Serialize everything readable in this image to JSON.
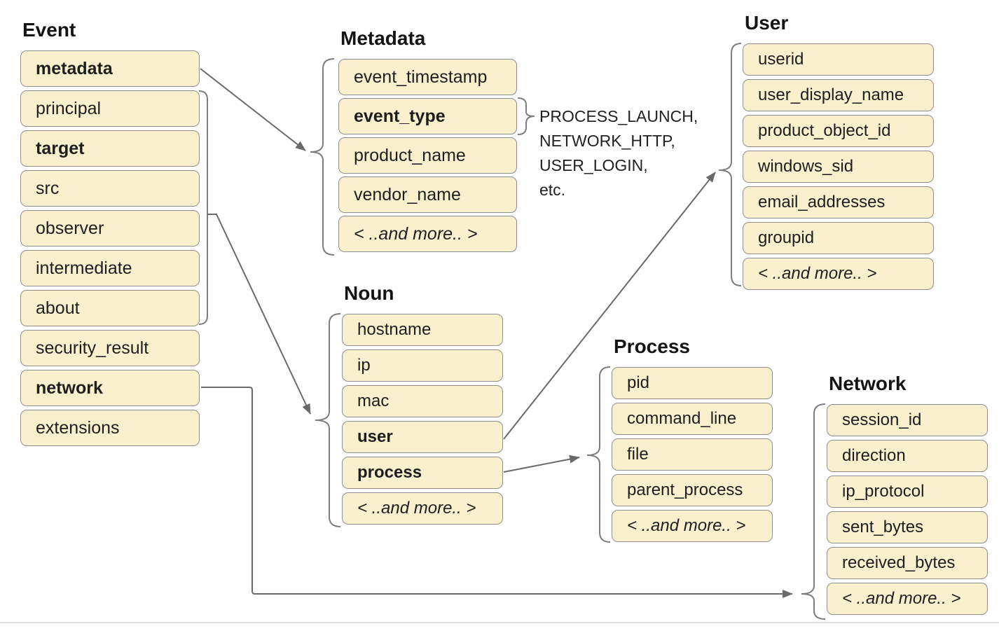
{
  "groups": {
    "event": {
      "title": "Event",
      "items": [
        {
          "label": "metadata",
          "bold": true
        },
        {
          "label": "principal",
          "bold": false
        },
        {
          "label": "target",
          "bold": true
        },
        {
          "label": "src",
          "bold": false
        },
        {
          "label": "observer",
          "bold": false
        },
        {
          "label": "intermediate",
          "bold": false
        },
        {
          "label": "about",
          "bold": false
        },
        {
          "label": "security_result",
          "bold": false
        },
        {
          "label": "network",
          "bold": true
        },
        {
          "label": "extensions",
          "bold": false
        }
      ]
    },
    "metadata": {
      "title": "Metadata",
      "items": [
        {
          "label": "event_timestamp",
          "bold": false
        },
        {
          "label": "event_type",
          "bold": true
        },
        {
          "label": "product_name",
          "bold": false
        },
        {
          "label": "vendor_name",
          "bold": false
        },
        {
          "label": "< ..and more.. >",
          "italic": true
        }
      ]
    },
    "noun": {
      "title": "Noun",
      "items": [
        {
          "label": "hostname",
          "bold": false
        },
        {
          "label": "ip",
          "bold": false
        },
        {
          "label": "mac",
          "bold": false
        },
        {
          "label": "user",
          "bold": true
        },
        {
          "label": "process",
          "bold": true
        },
        {
          "label": "< ..and more.. >",
          "italic": true
        }
      ]
    },
    "user": {
      "title": "User",
      "items": [
        {
          "label": "userid",
          "bold": false
        },
        {
          "label": "user_display_name",
          "bold": false
        },
        {
          "label": "product_object_id",
          "bold": false
        },
        {
          "label": "windows_sid",
          "bold": false
        },
        {
          "label": "email_addresses",
          "bold": false
        },
        {
          "label": "groupid",
          "bold": false
        },
        {
          "label": "< ..and more.. >",
          "italic": true
        }
      ]
    },
    "process": {
      "title": "Process",
      "items": [
        {
          "label": "pid",
          "bold": false
        },
        {
          "label": "command_line",
          "bold": false
        },
        {
          "label": "file",
          "bold": false
        },
        {
          "label": "parent_process",
          "bold": false
        },
        {
          "label": "< ..and more.. >",
          "italic": true
        }
      ]
    },
    "network": {
      "title": "Network",
      "items": [
        {
          "label": "session_id",
          "bold": false
        },
        {
          "label": "direction",
          "bold": false
        },
        {
          "label": "ip_protocol",
          "bold": false
        },
        {
          "label": "sent_bytes",
          "bold": false
        },
        {
          "label": "received_bytes",
          "bold": false
        },
        {
          "label": "< ..and more.. >",
          "italic": true
        }
      ]
    }
  },
  "event_type_examples": {
    "lines": [
      "PROCESS_LAUNCH,",
      "NETWORK_HTTP,",
      "USER_LOGIN,",
      "etc."
    ]
  },
  "connections": [
    {
      "from": "event.metadata",
      "to": "metadata-group",
      "style": "arrow-into-brace"
    },
    {
      "from": "event.principal-through-about",
      "to": "noun-group",
      "style": "bracket-then-arrow-into-brace"
    },
    {
      "from": "noun.user",
      "to": "user-group",
      "style": "arrow-into-brace"
    },
    {
      "from": "noun.process",
      "to": "process-group",
      "style": "arrow-into-brace"
    },
    {
      "from": "event.network",
      "to": "network-group",
      "style": "elbow-arrow-into-brace"
    },
    {
      "from": "metadata.event_type",
      "to": "event-type-examples",
      "style": "small-brace"
    }
  ],
  "colors": {
    "box_fill": "#FBF0CE",
    "box_border": "#8f8f8f",
    "connector": "#6a6a6a",
    "title_text": "#141414",
    "label_text": "#1e1e1e",
    "footer_line": "#dcdcdc"
  }
}
